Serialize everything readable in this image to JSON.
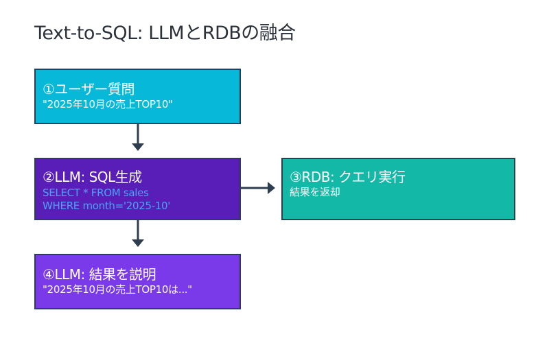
{
  "title": "Text-to-SQL: LLMとRDBの融合",
  "colors": {
    "border": "#2e3e4f",
    "arrow": "#2e3e4f",
    "step1": "#08b8d8",
    "step2": "#5a1eb8",
    "step2_code": "#4aa3f5",
    "step3": "#14b8a6",
    "step4": "#7a3aea"
  },
  "steps": [
    {
      "heading": "①ユーザー質問",
      "lines": [
        "\"2025年10月の売上TOP10\""
      ]
    },
    {
      "heading": "②LLM: SQL生成",
      "lines": [
        "SELECT * FROM sales",
        "WHERE month='2025-10'"
      ]
    },
    {
      "heading": "③RDB: クエリ実行",
      "lines": [
        "結果を返却"
      ]
    },
    {
      "heading": "④LLM: 結果を説明",
      "lines": [
        "\"2025年10月の売上TOP10は...\""
      ]
    }
  ],
  "connections": [
    {
      "from": "step-1",
      "to": "step-2"
    },
    {
      "from": "step-2",
      "to": "step-3"
    },
    {
      "from": "step-2",
      "to": "step-4"
    }
  ]
}
